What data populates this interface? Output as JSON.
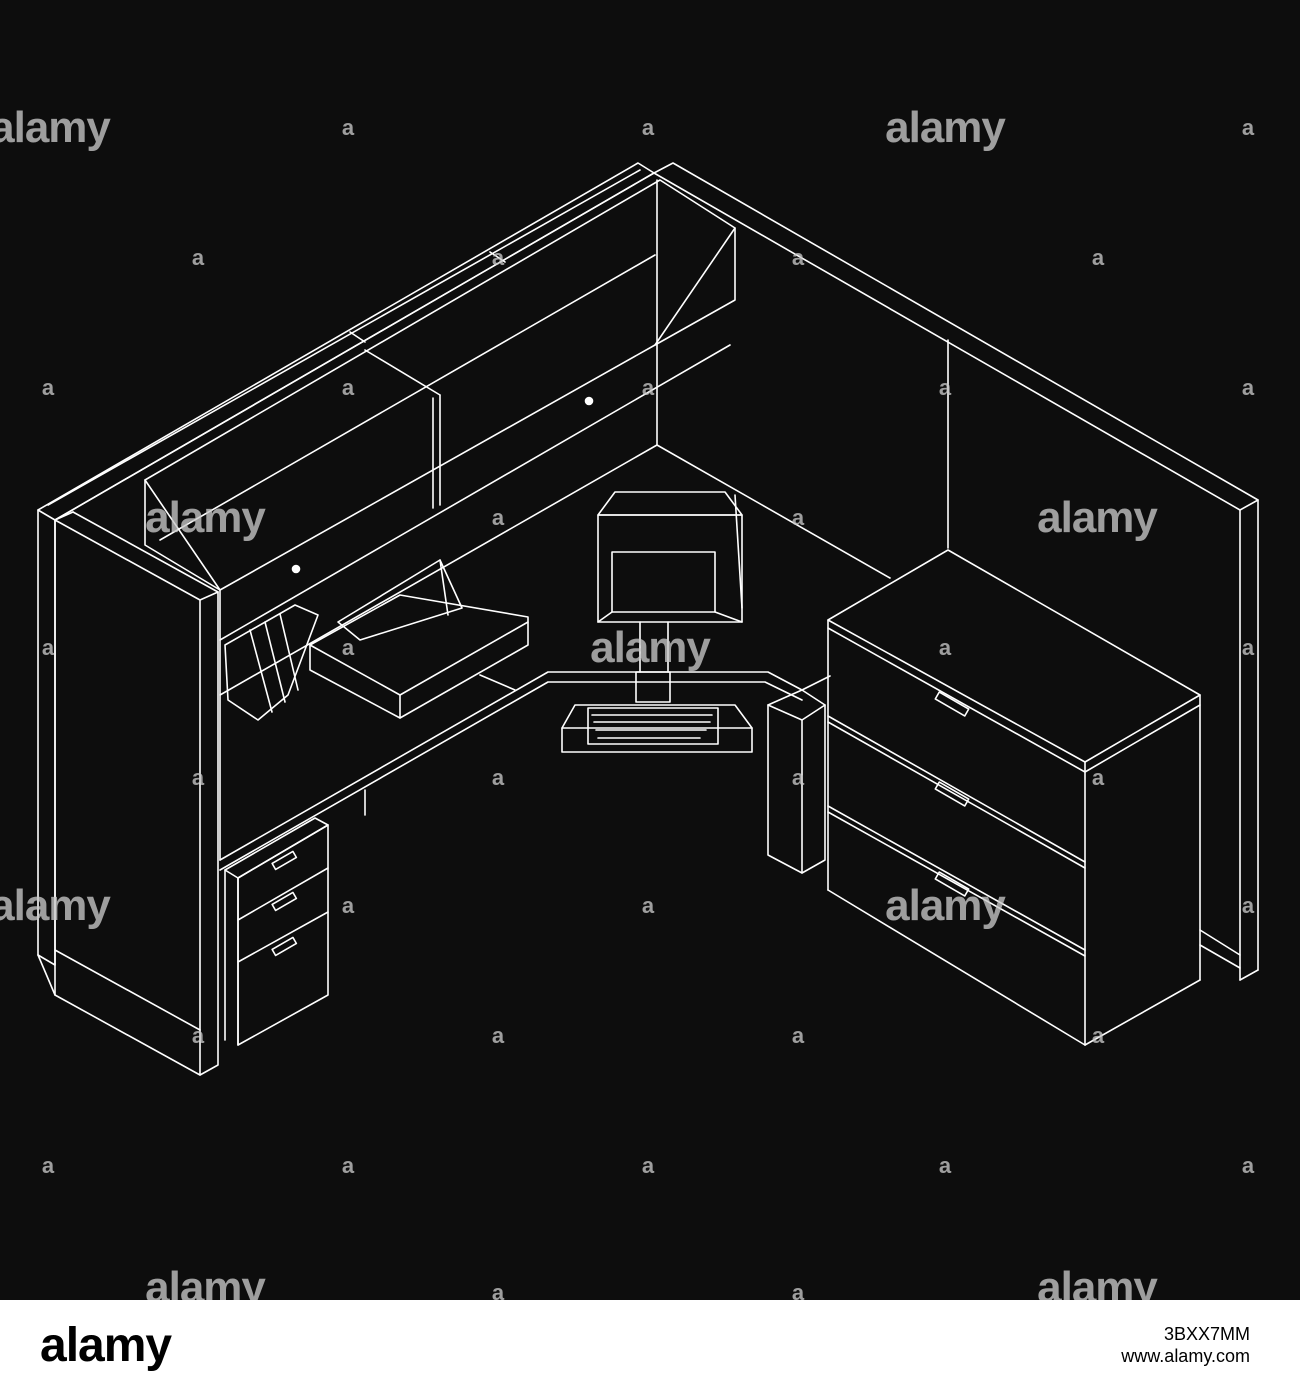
{
  "watermark": {
    "word": "alamy",
    "glyph": "a"
  },
  "footer": {
    "logo": "alamy",
    "image_id": "3BXX7MM",
    "site": "www.alamy.com"
  },
  "colors": {
    "background": "#0d0d0d",
    "line": "#ffffff",
    "footer_bg": "#ffffff",
    "footer_text": "#000000"
  },
  "scene": {
    "subject": "isometric wireframe office cubicle",
    "objects": [
      "partition-walls",
      "overhead-storage-bins",
      "desk",
      "monitor",
      "keyboard-tray",
      "printer",
      "file-organizer",
      "pedestal-drawers",
      "lateral-file-cabinet"
    ]
  }
}
